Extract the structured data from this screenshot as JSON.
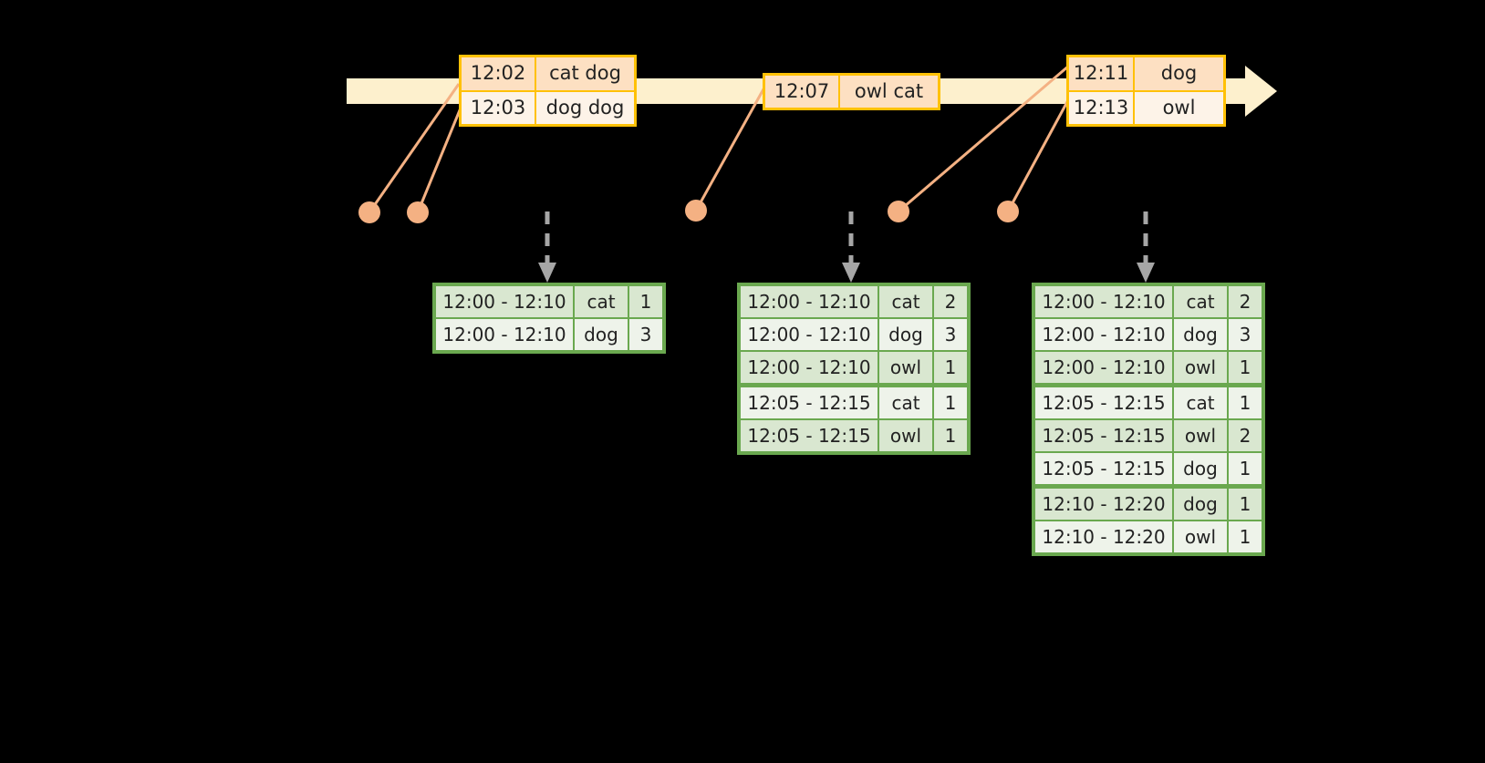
{
  "colors": {
    "timeline_bar": "#fdf0cd",
    "event_border": "#ffc107",
    "event_row_dark": "#fde0c2",
    "event_row_light": "#fdf3e8",
    "connector": "#f4b183",
    "table_border": "#6aa84f",
    "table_row_dark": "#d9e7d0",
    "table_row_light": "#eef3ea",
    "dashed_arrow": "#a6a6a6",
    "background": "#000000"
  },
  "timeline": {
    "name": "event-stream-timeline",
    "events": [
      {
        "id": "event-group-1",
        "rows": [
          {
            "time": "12:02",
            "words": "cat dog"
          },
          {
            "time": "12:03",
            "words": "dog dog"
          }
        ]
      },
      {
        "id": "event-group-2",
        "rows": [
          {
            "time": "12:07",
            "words": "owl cat"
          }
        ]
      },
      {
        "id": "event-group-3",
        "rows": [
          {
            "time": "12:11",
            "words": "dog"
          },
          {
            "time": "12:13",
            "words": "owl"
          }
        ]
      }
    ]
  },
  "tables": [
    {
      "id": "result-table-1",
      "rows": [
        {
          "range": "12:00 - 12:10",
          "word": "cat",
          "count": "1",
          "group": 0
        },
        {
          "range": "12:00 - 12:10",
          "word": "dog",
          "count": "3",
          "group": 0
        }
      ]
    },
    {
      "id": "result-table-2",
      "rows": [
        {
          "range": "12:00 - 12:10",
          "word": "cat",
          "count": "2",
          "group": 0
        },
        {
          "range": "12:00 - 12:10",
          "word": "dog",
          "count": "3",
          "group": 0
        },
        {
          "range": "12:00 - 12:10",
          "word": "owl",
          "count": "1",
          "group": 0
        },
        {
          "range": "12:05 - 12:15",
          "word": "cat",
          "count": "1",
          "group": 1
        },
        {
          "range": "12:05 - 12:15",
          "word": "owl",
          "count": "1",
          "group": 1
        }
      ]
    },
    {
      "id": "result-table-3",
      "rows": [
        {
          "range": "12:00 - 12:10",
          "word": "cat",
          "count": "2",
          "group": 0
        },
        {
          "range": "12:00 - 12:10",
          "word": "dog",
          "count": "3",
          "group": 0
        },
        {
          "range": "12:00 - 12:10",
          "word": "owl",
          "count": "1",
          "group": 0
        },
        {
          "range": "12:05 - 12:15",
          "word": "cat",
          "count": "1",
          "group": 1
        },
        {
          "range": "12:05 - 12:15",
          "word": "owl",
          "count": "2",
          "group": 1
        },
        {
          "range": "12:05 - 12:15",
          "word": "dog",
          "count": "1",
          "group": 1
        },
        {
          "range": "12:10 - 12:20",
          "word": "dog",
          "count": "1",
          "group": 2
        },
        {
          "range": "12:10 - 12:20",
          "word": "owl",
          "count": "1",
          "group": 2
        }
      ]
    }
  ]
}
